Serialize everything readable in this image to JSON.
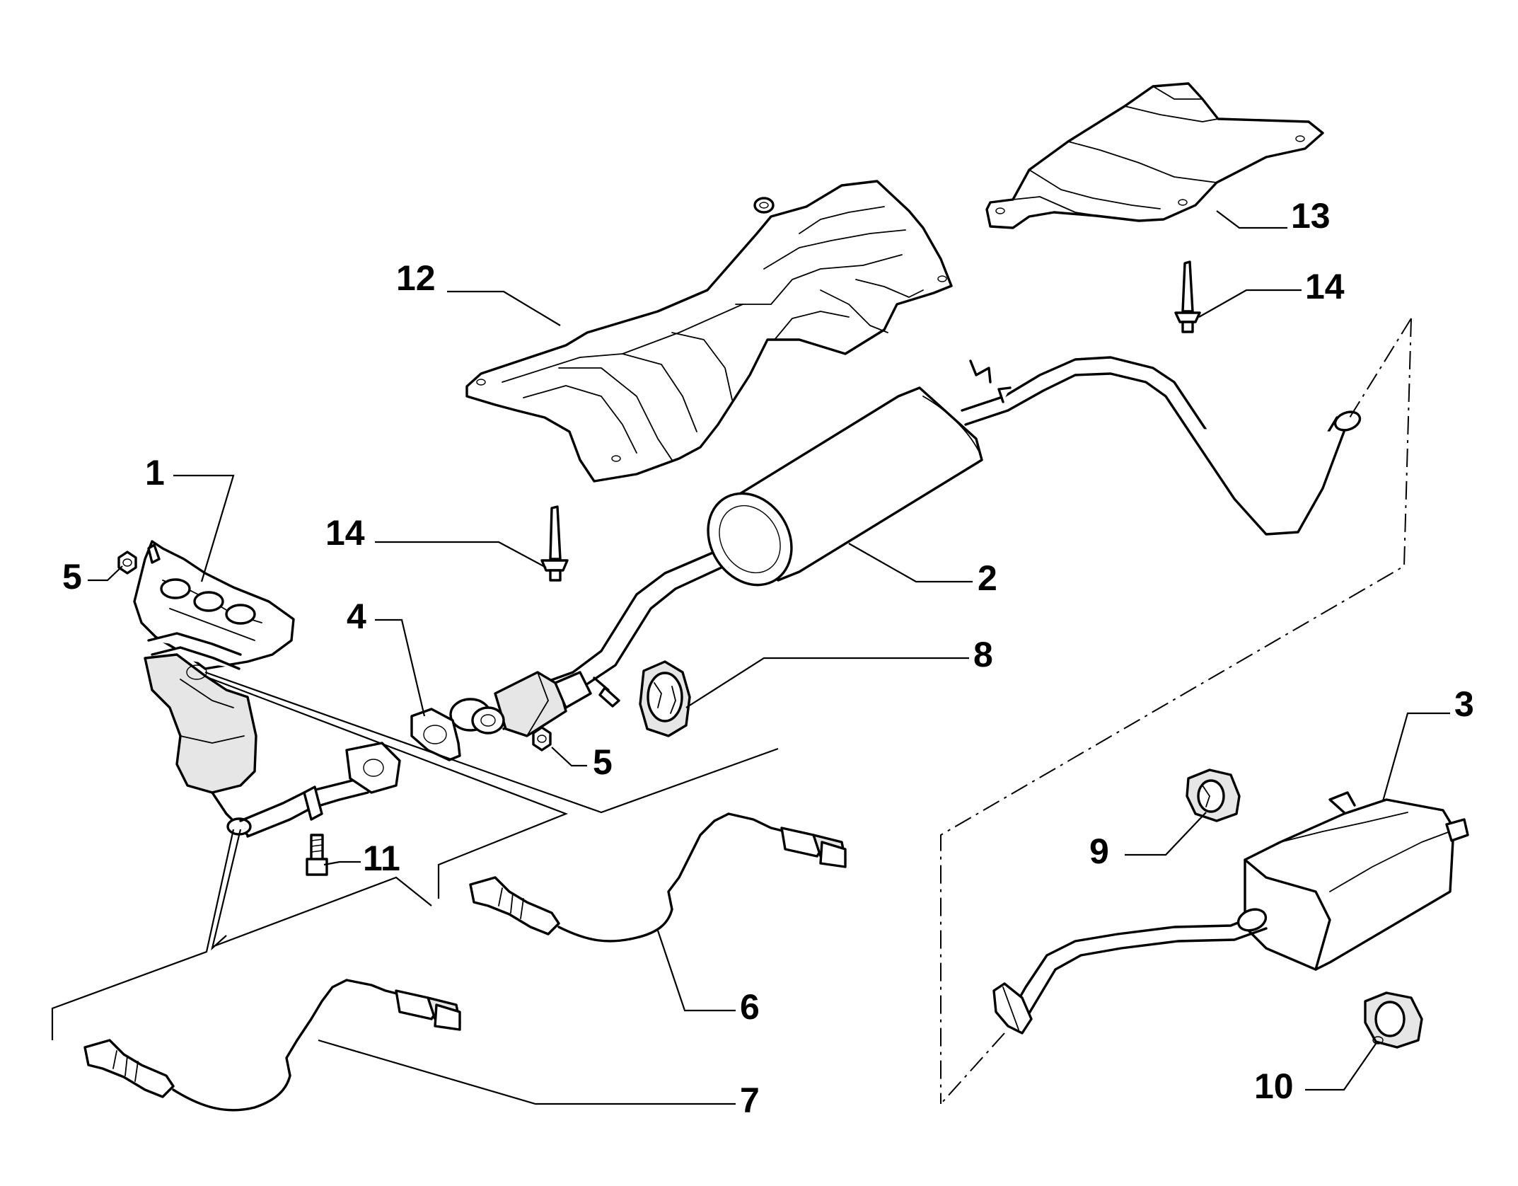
{
  "callouts": {
    "c1": "1",
    "c2": "2",
    "c3": "3",
    "c4": "4",
    "c5a": "5",
    "c5b": "5",
    "c6": "6",
    "c7": "7",
    "c8": "8",
    "c9": "9",
    "c10": "10",
    "c11": "11",
    "c12": "12",
    "c13": "13",
    "c14a": "14",
    "c14b": "14"
  },
  "colors": {
    "ink": "#000000",
    "paper": "#ffffff",
    "shade": "#e6e6e6"
  }
}
